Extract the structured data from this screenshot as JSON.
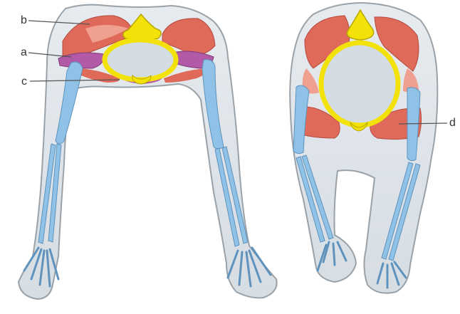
{
  "labels": {
    "a": "a",
    "b": "b",
    "c": "c",
    "d": "d"
  },
  "colors": {
    "body_fill": "#dfe5ea",
    "body_outline": "#9aa2a8",
    "bone": "#8fc2e6",
    "bone_dark": "#5f93bd",
    "muscle": "#e06a5a",
    "muscle_light": "#f0a090",
    "muscle_purple": "#b25aa8",
    "girdle": "#f2e20a",
    "girdle_dark": "#b8a800",
    "leader_line": "#555555"
  },
  "views": [
    "left-figure",
    "right-figure"
  ]
}
